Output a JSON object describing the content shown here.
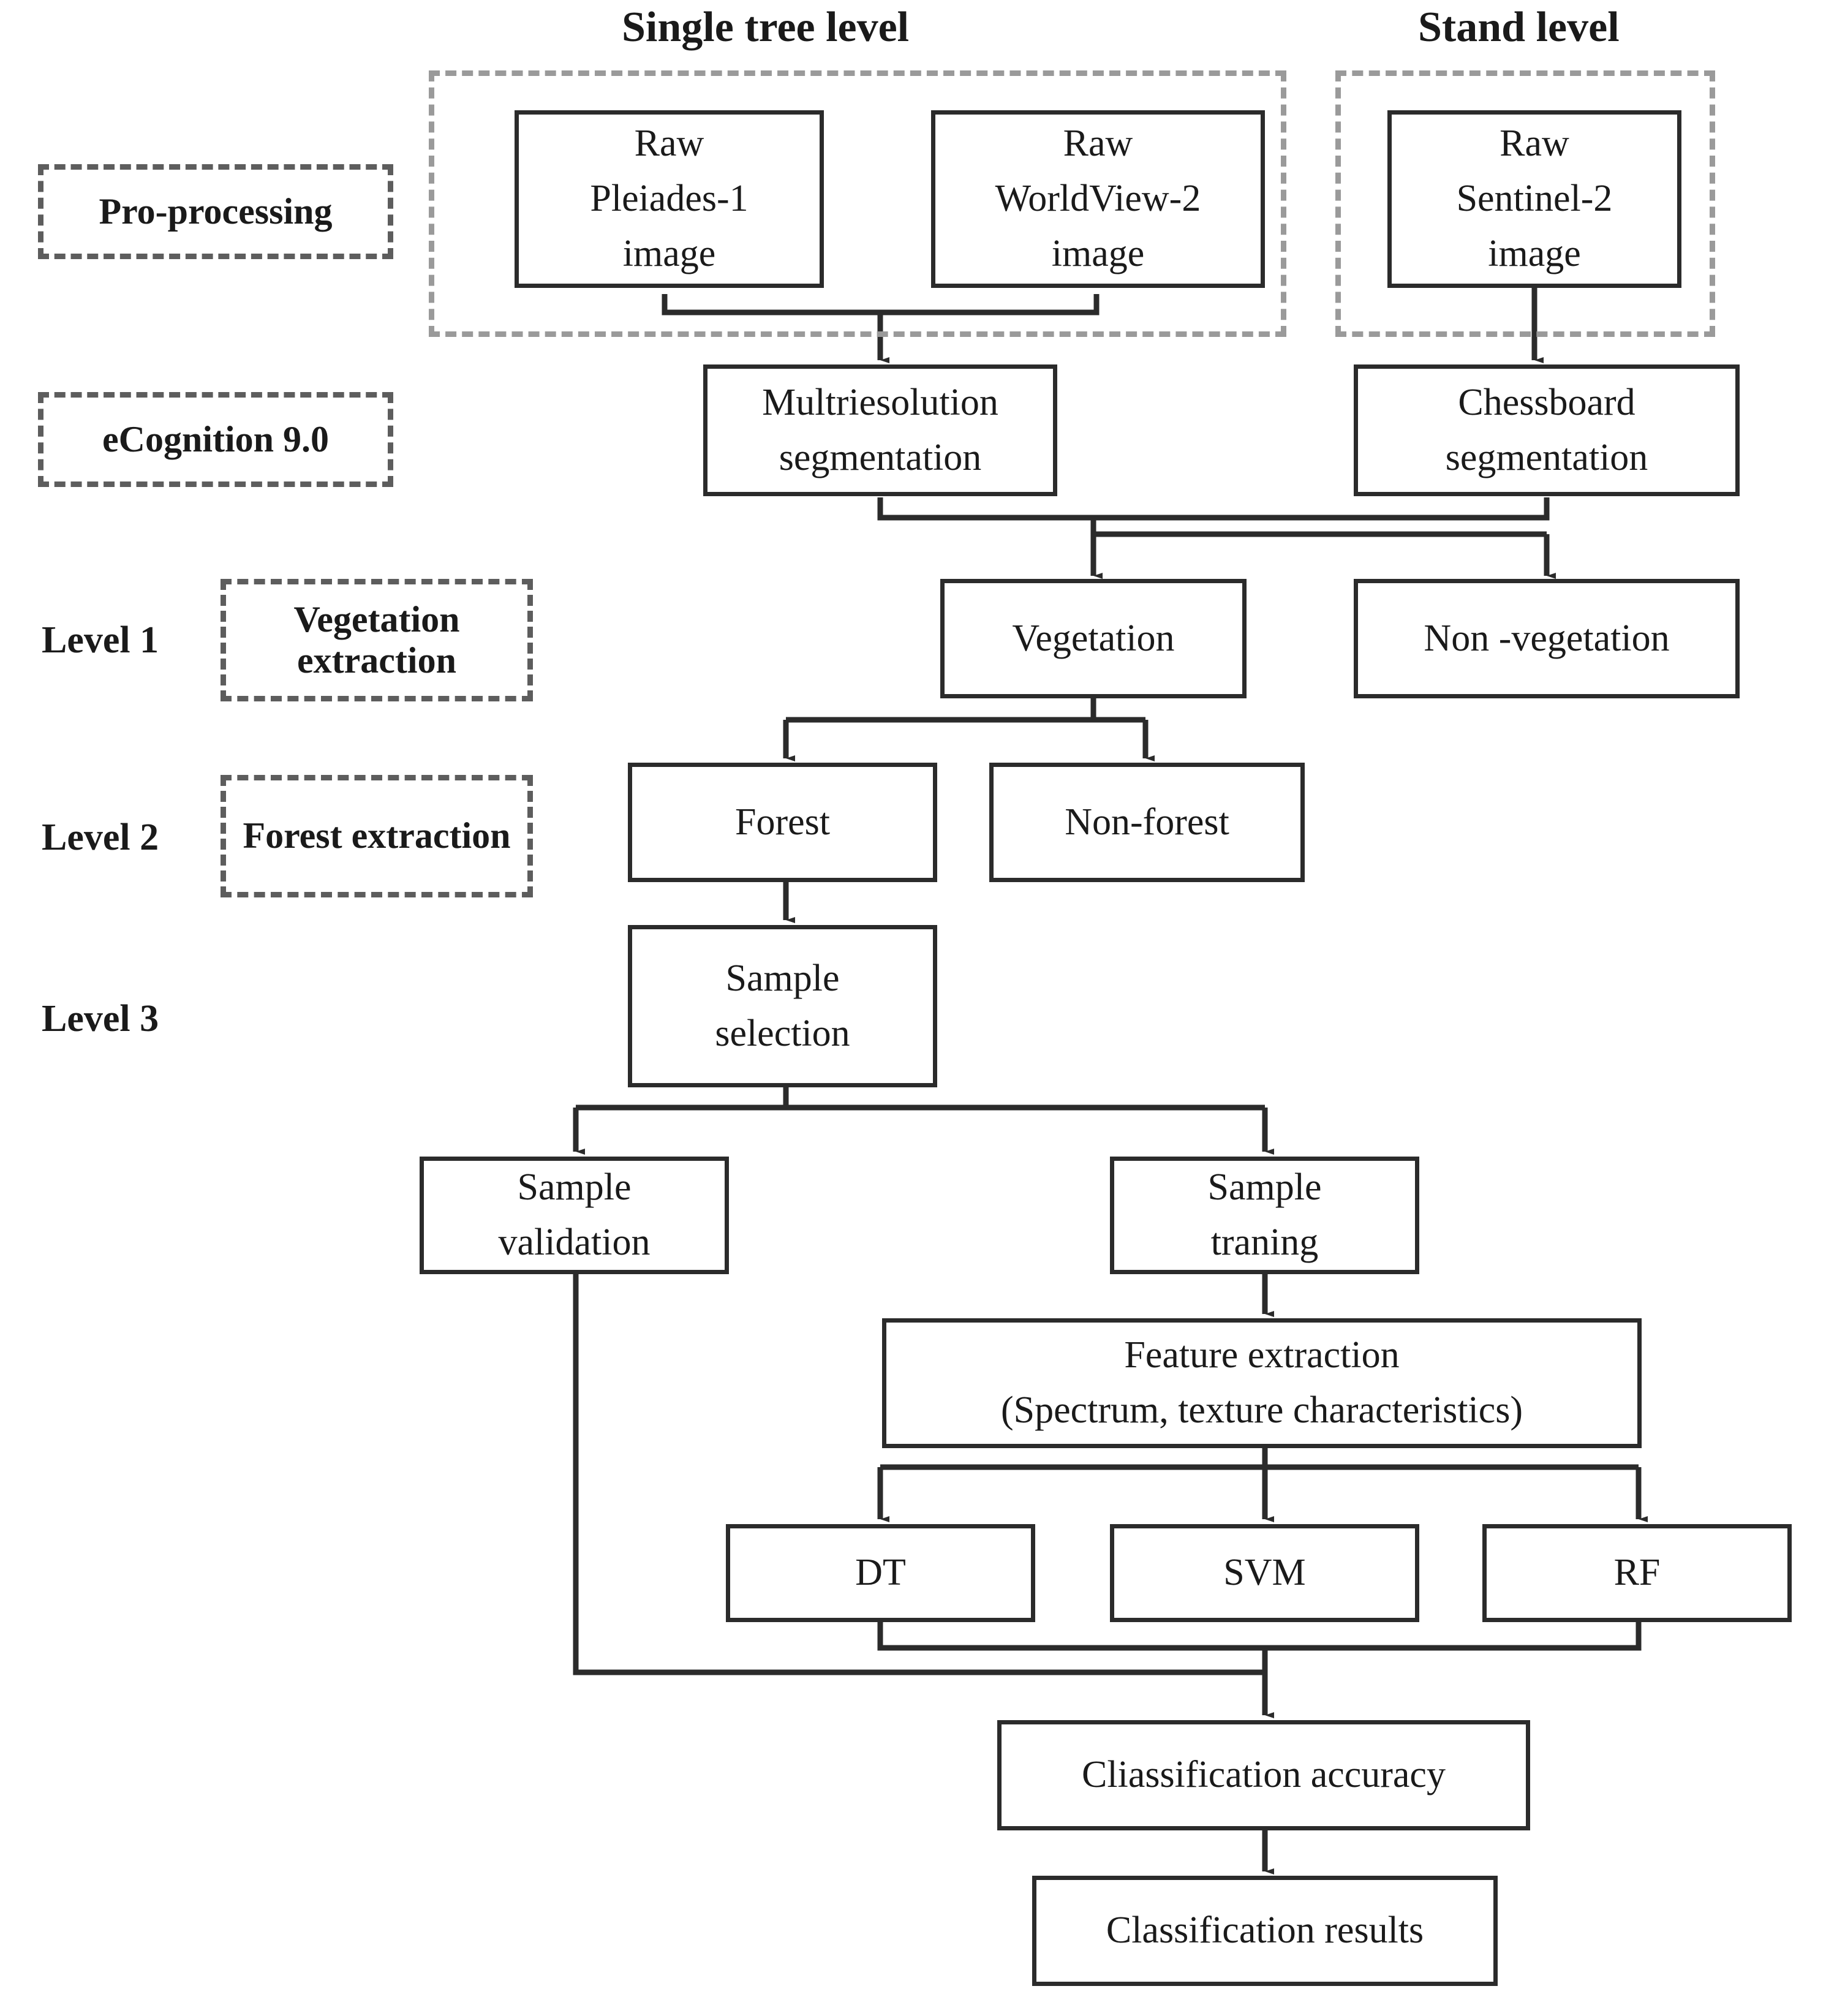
{
  "diagram": {
    "title_single_tree": "Single tree level",
    "title_stand": "Stand level",
    "stage_labels": [
      {
        "id": "pro-processing",
        "text": "Pro-processing"
      },
      {
        "id": "ecognition",
        "text": "eCognition 9.0"
      },
      {
        "id": "vegetation-extraction",
        "text": "Vegetation extraction"
      },
      {
        "id": "forest-extraction",
        "text": "Forest extraction"
      }
    ],
    "levels": [
      {
        "id": "level-1",
        "text": "Level 1"
      },
      {
        "id": "level-2",
        "text": "Level 2"
      },
      {
        "id": "level-3",
        "text": "Level 3"
      }
    ],
    "nodes": {
      "raw_pleiades": "Raw\nPleiades-1\nimage",
      "raw_worldview": "Raw\nWorldView-2\nimage",
      "raw_sentinel": "Raw\nSentinel-2\nimage",
      "multiresolution_segmentation": "Multriesolution\nsegmentation",
      "chessboard_segmentation": "Chessboard\nsegmentation",
      "vegetation": "Vegetation",
      "non_vegetation": "Non -vegetation",
      "forest": "Forest",
      "non_forest": "Non-forest",
      "sample_selection": "Sample\nselection",
      "sample_validation": "Sample\nvalidation",
      "sample_training": "Sample\ntraning",
      "feature_extraction": "Feature extraction\n(Spectrum, texture characteristics)",
      "dt": "DT",
      "svm": "SVM",
      "rf": "RF",
      "classification_accuracy": "Cliassification accuracy",
      "classification_results": "Classification results"
    },
    "colors": {
      "node_border": "#2b2b2b",
      "group_border": "#9a9a9a",
      "tag_border": "#5d5d5d",
      "connector": "#2b2b2b",
      "text": "#1a1a1a",
      "background": "#ffffff"
    }
  }
}
